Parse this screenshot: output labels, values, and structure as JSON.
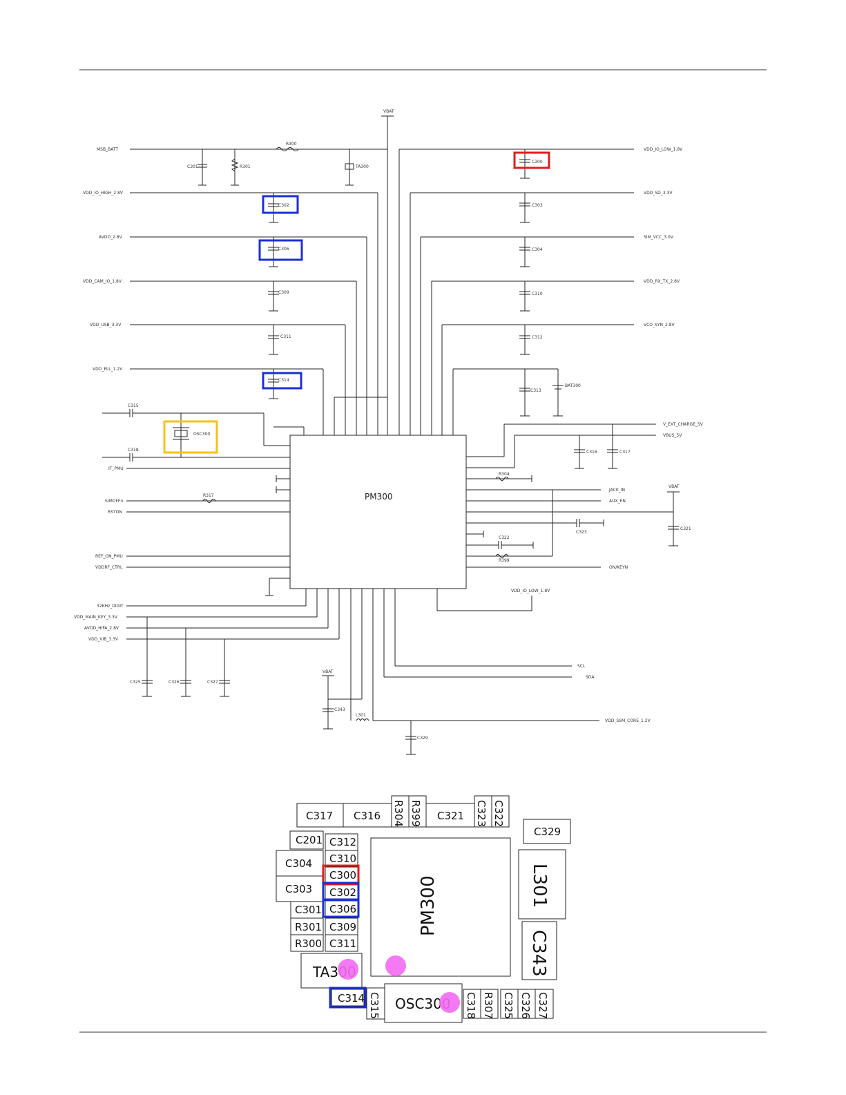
{
  "schematic": {
    "chip_label": "PM300",
    "vbat_top": "VBAT",
    "vbat_right": "VBAT",
    "vbat_bottom": "VBAT",
    "left_nets": [
      "MSB_BATT",
      "VDD_IO_HIGH_2.8V",
      "AVDD_2.8V",
      "VDD_CAM_IO_1.8V",
      "VDD_USB_3.3V",
      "VDD_PLL_1.2V"
    ],
    "right_nets": [
      "VDD_IO_LOW_1.8V",
      "VDD_SD_3.3V",
      "SIM_VCC_3.0V",
      "VDD_RX_TX_2.8V",
      "VCO_SYN_2.8V"
    ],
    "right_inputs": [
      "V_EXT_CHARGE_5V",
      "VBUS_5V",
      "JACK_IN",
      "AUX_EN",
      "ON/KEYN"
    ],
    "left_signals": [
      "IT_PMU",
      "SIMOFFn",
      "RSTON",
      "REF_ON_PMU",
      "VDDRF_CTRL"
    ],
    "bottom_nets": [
      "32KHz_DIGIT",
      "VDD_MAIN_KEY_3.3V",
      "AVDD_HIFA_2.8V",
      "VDD_VIB_3.3V"
    ],
    "i2c": [
      "SCL",
      "SDA"
    ],
    "core_net": "VDD_SSM_CORE_1.2V",
    "ldo_low_label": "VDD_IO_LOW_1.8V",
    "refs": {
      "r300": "R300",
      "r301": "R301",
      "ta300": "TA300",
      "c301": "C301",
      "c302": "C302",
      "c306": "C306",
      "c309": "C309",
      "c311": "C311",
      "c314": "C314",
      "c315": "C315",
      "c318": "C318",
      "osc": "OSC300",
      "r317": "R317",
      "c300": "C300",
      "c303": "C303",
      "c304": "C304",
      "c310": "C310",
      "c312": "C312",
      "c313": "C313",
      "bat": "BAT300",
      "c316": "C316",
      "c317": "C317",
      "r304": "R304",
      "c322": "C322",
      "r399": "R399",
      "c323": "C323",
      "c321": "C321",
      "c325": "C325",
      "c326": "C326",
      "c327": "C327",
      "c343": "C343",
      "l301": "L301",
      "c329": "C329"
    }
  },
  "layout_board": {
    "parts": [
      "C317",
      "C316",
      "R304",
      "R399",
      "C321",
      "C323",
      "C322",
      "C329",
      "C201",
      "C312",
      "C304",
      "C310",
      "C300",
      "C303",
      "C302",
      "C301",
      "C306",
      "R301",
      "C309",
      "R300",
      "C311",
      "TA300",
      "C314",
      "C315",
      "OSC300",
      "C318",
      "R307",
      "C325",
      "C326",
      "C327",
      "PM300",
      "L301",
      "C343"
    ]
  },
  "highlights": {
    "red": "#e21b1b",
    "blue": "#1a2fd6",
    "yellow": "#f5c21a",
    "magenta": "#f26bf2"
  }
}
